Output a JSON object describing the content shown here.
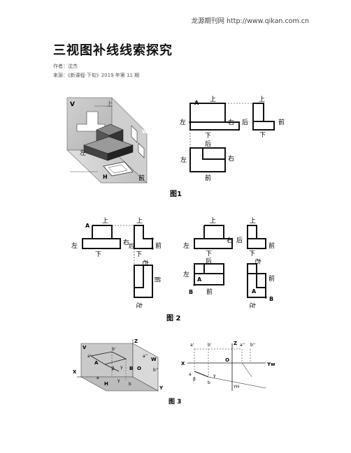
{
  "header": {
    "site": "龙源期刊网 http://www.qikan.com.cn"
  },
  "article": {
    "title": "三视图补线线索探究",
    "author_line": "作者：沈杰",
    "source_line": "来源：《新课程·下旬》2019 年第 11 期"
  },
  "figures": {
    "fig1": {
      "caption": "图1",
      "cube_labels": {
        "v": "V",
        "top": "上",
        "w": "W",
        "left": "左",
        "h": "H",
        "front": "前"
      },
      "view_labels": {
        "a": "A",
        "up1": "上",
        "up2": "上",
        "left1": "左",
        "right1": "右",
        "back1": "后",
        "front1": "前",
        "down1": "下",
        "down2": "下",
        "back2": "后",
        "left2": "左",
        "right2": "右",
        "front2": "前"
      }
    },
    "fig2": {
      "caption": "图 2",
      "left_labels": {
        "a": "A",
        "up1": "上",
        "up2": "上",
        "left": "左",
        "right": "右",
        "back": "后",
        "front": "前",
        "down1": "下",
        "down2": "下",
        "right_rot": "右",
        "front_rot": "前",
        "left_rot": "左"
      },
      "right_labels": {
        "up1": "上",
        "up2": "上",
        "left1": "左",
        "right1": "右",
        "back1": "后",
        "front1": "前",
        "down1": "下",
        "back2": "后",
        "down2": "下",
        "right_rot": "右",
        "left2": "左",
        "a1": "A",
        "a2": "A",
        "b1": "B",
        "b2": "B",
        "front2": "前",
        "front3": "前",
        "left_rot": "左"
      }
    },
    "fig3": {
      "caption": "图 3",
      "left_labels": {
        "v": "V",
        "z": "Z",
        "x": "X",
        "w": "W",
        "h": "H",
        "y": "Y",
        "a_p": "a'",
        "b_p": "b'",
        "a_pp": "a''",
        "b_pp": "b''",
        "a_up": "A",
        "b_up": "B",
        "o": "O",
        "a": "a",
        "b": "b",
        "beta": "β",
        "gamma": "γ",
        "gamma2": "γ"
      },
      "right_labels": {
        "a_p": "a'",
        "b_p": "b'",
        "z": "Z",
        "a_pp": "a''",
        "b_pp": "b''",
        "x": "X",
        "o": "O",
        "yw": "Yw",
        "a": "a",
        "b": "b",
        "beta": "β",
        "gamma": "γ",
        "yh": "YH"
      }
    }
  }
}
